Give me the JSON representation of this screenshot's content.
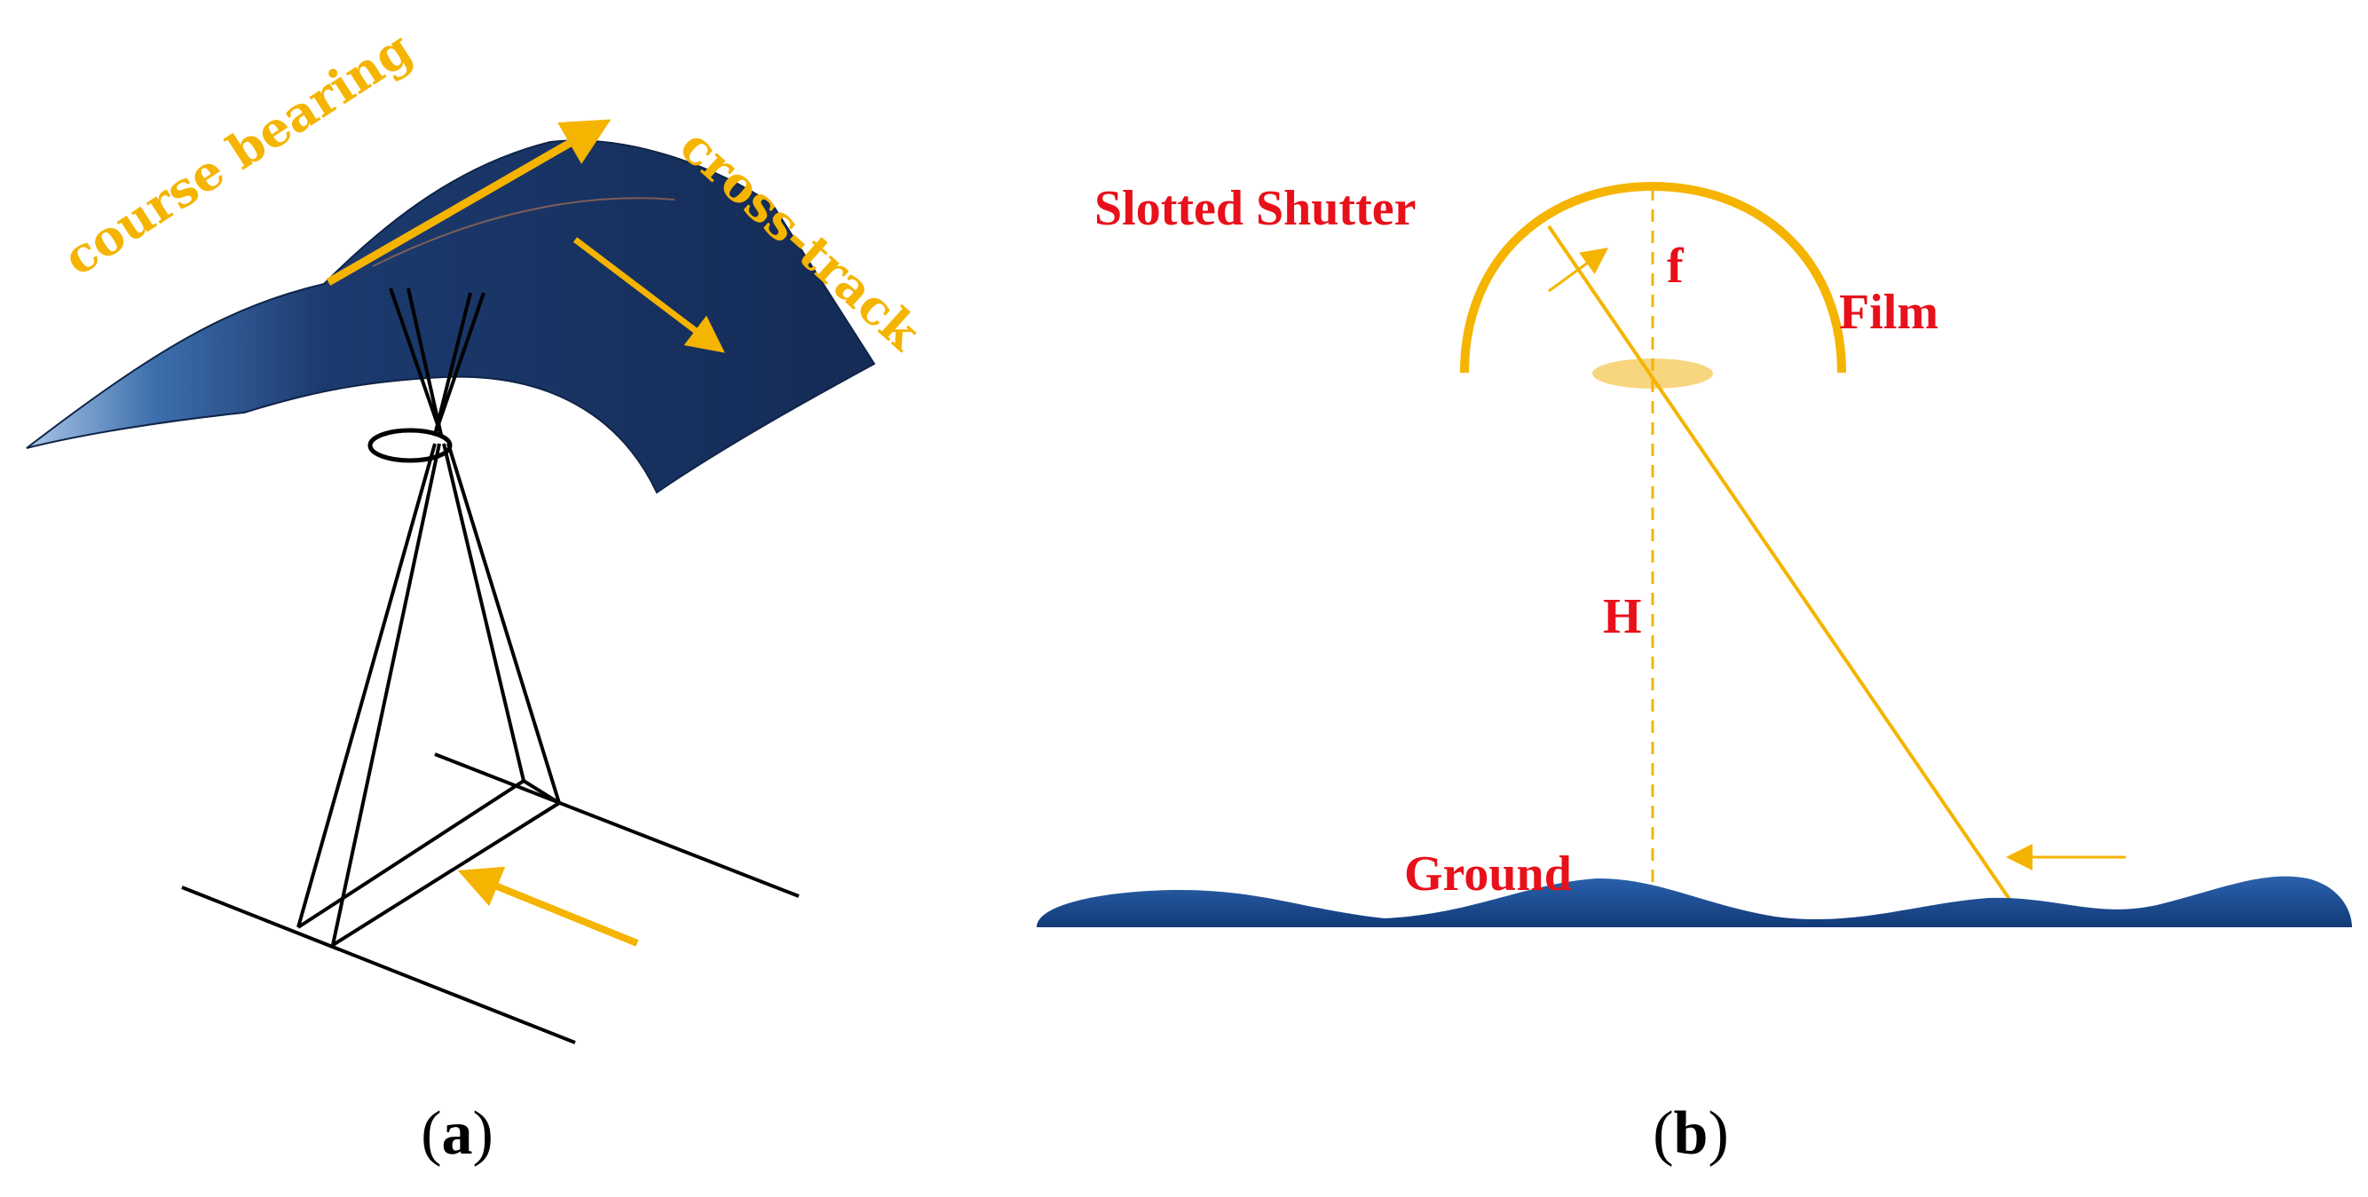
{
  "panel_a": {
    "course_bearing_label": "course bearing",
    "cross_track_label": "cross-track",
    "caption_open": "(",
    "caption_letter": "a",
    "caption_close": ")"
  },
  "panel_b": {
    "slotted_shutter_label": "Slotted Shutter",
    "film_label": "Film",
    "f_label": "f",
    "h_label": "H",
    "ground_label": "Ground",
    "caption_open": "(",
    "caption_letter": "b",
    "caption_close": ")"
  },
  "colors": {
    "film_blue": "#1c3a6e",
    "ground_blue": "#1c4a8c",
    "arrow_orange": "#f5b400",
    "label_red": "#e8101a",
    "line_black": "#000000"
  }
}
